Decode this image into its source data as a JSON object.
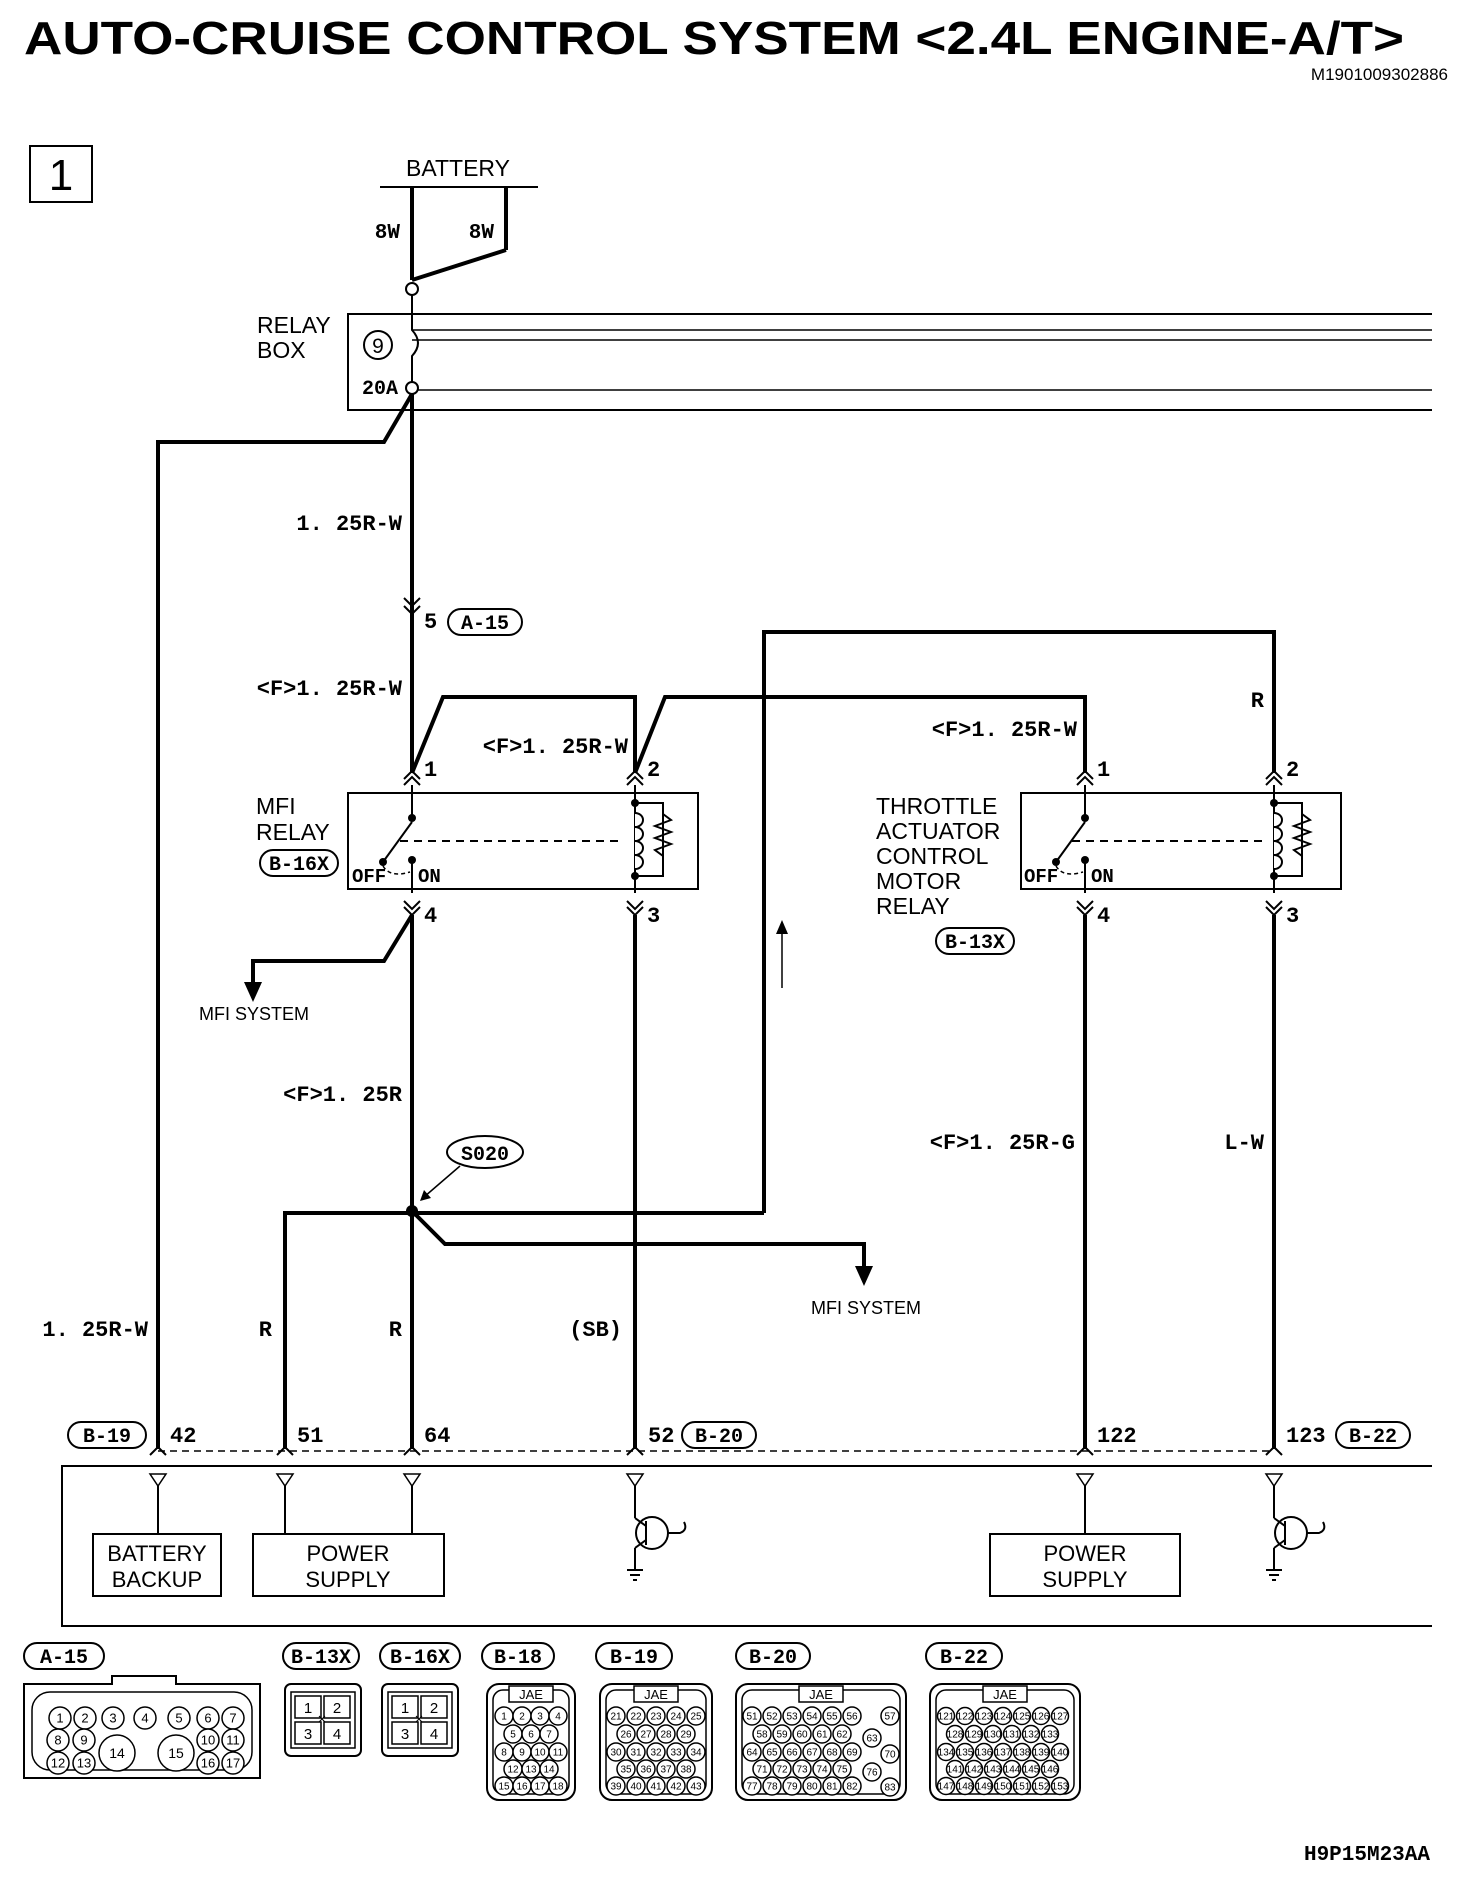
{
  "title": "AUTO-CRUISE CONTROL SYSTEM <2.4L ENGINE-A/T>",
  "doc_code": "M1901009302886",
  "page_number": "1",
  "footer_code": "H9P15M23AA",
  "battery": "BATTERY",
  "battery_wires": [
    "8W",
    "8W"
  ],
  "relay_box": {
    "line1": "RELAY",
    "line2": "BOX",
    "fuse_no": "9",
    "fuse_rating": "20A"
  },
  "wires": {
    "w1": "1. 25R-W",
    "w2": "<F>1. 25R-W",
    "w3": "<F>1. 25R-W",
    "w4": "<F>1. 25R-W",
    "w5": "R",
    "w6": "<F>1. 25R",
    "w7": "<F>1. 25R-G",
    "w8": "L-W",
    "w9": "1. 25R-W",
    "w10": "R",
    "w11": "R",
    "w12": "(SB)"
  },
  "a15_pin": "5",
  "a15_tag": "A-15",
  "mfi_relay": {
    "line1": "MFI",
    "line2": "RELAY",
    "tag": "B-16X",
    "off": "OFF",
    "on": "ON",
    "pins": [
      "1",
      "2",
      "4",
      "3"
    ]
  },
  "tac_relay": {
    "line1": "THROTTLE",
    "line2": "ACTUATOR",
    "line3": "CONTROL",
    "line4": "MOTOR",
    "line5": "RELAY",
    "tag": "B-13X",
    "off": "OFF",
    "on": "ON",
    "pins": [
      "1",
      "2",
      "4",
      "3"
    ]
  },
  "mfi_system": [
    "MFI SYSTEM",
    "MFI SYSTEM"
  ],
  "splice": "S020",
  "ecu_connectors": {
    "b19_tag": "B-19",
    "b20_tag": "B-20",
    "b22_tag": "B-22",
    "pins": [
      "42",
      "51",
      "64",
      "52",
      "122",
      "123"
    ]
  },
  "ecu_blocks": {
    "battery_backup": [
      "BATTERY",
      "BACKUP"
    ],
    "power_supply_1": [
      "POWER",
      "SUPPLY"
    ],
    "power_supply_2": [
      "POWER",
      "SUPPLY"
    ]
  },
  "connector_views": {
    "tags": [
      "A-15",
      "B-13X",
      "B-16X",
      "B-18",
      "B-19",
      "B-20",
      "B-22"
    ],
    "a15_pins": [
      "1",
      "2",
      "3",
      "4",
      "5",
      "6",
      "7",
      "8",
      "9",
      "10",
      "11",
      "12",
      "13",
      "14",
      "15",
      "16",
      "17"
    ],
    "b13x_pins": [
      "1",
      "2",
      "3",
      "4"
    ],
    "b16x_pins": [
      "1",
      "2",
      "3",
      "4"
    ],
    "b18_label": "JAE",
    "b18_pins": [
      "1",
      "2",
      "3",
      "4",
      "5",
      "6",
      "7",
      "8",
      "9",
      "10",
      "11",
      "12",
      "13",
      "14",
      "15",
      "16",
      "17",
      "18"
    ],
    "b19_label": "JAE",
    "b19_pins": [
      "21",
      "22",
      "23",
      "24",
      "25",
      "26",
      "27",
      "28",
      "29",
      "30",
      "31",
      "32",
      "33",
      "34",
      "35",
      "36",
      "37",
      "38",
      "39",
      "40",
      "41",
      "42",
      "43"
    ],
    "b20_label": "JAE",
    "b20_pins": [
      "51",
      "52",
      "53",
      "54",
      "55",
      "56",
      "57",
      "58",
      "59",
      "60",
      "61",
      "62",
      "63",
      "64",
      "65",
      "66",
      "67",
      "68",
      "69",
      "70",
      "71",
      "72",
      "73",
      "74",
      "75",
      "76",
      "77",
      "78",
      "79",
      "80",
      "81",
      "82",
      "83"
    ],
    "b22_label": "JAE",
    "b22_pins": [
      "121",
      "122",
      "123",
      "124",
      "125",
      "126",
      "127",
      "128",
      "129",
      "130",
      "131",
      "132",
      "133",
      "134",
      "135",
      "136",
      "137",
      "138",
      "139",
      "140",
      "141",
      "142",
      "143",
      "144",
      "145",
      "146",
      "147",
      "148",
      "149",
      "150",
      "151",
      "152",
      "153"
    ]
  }
}
